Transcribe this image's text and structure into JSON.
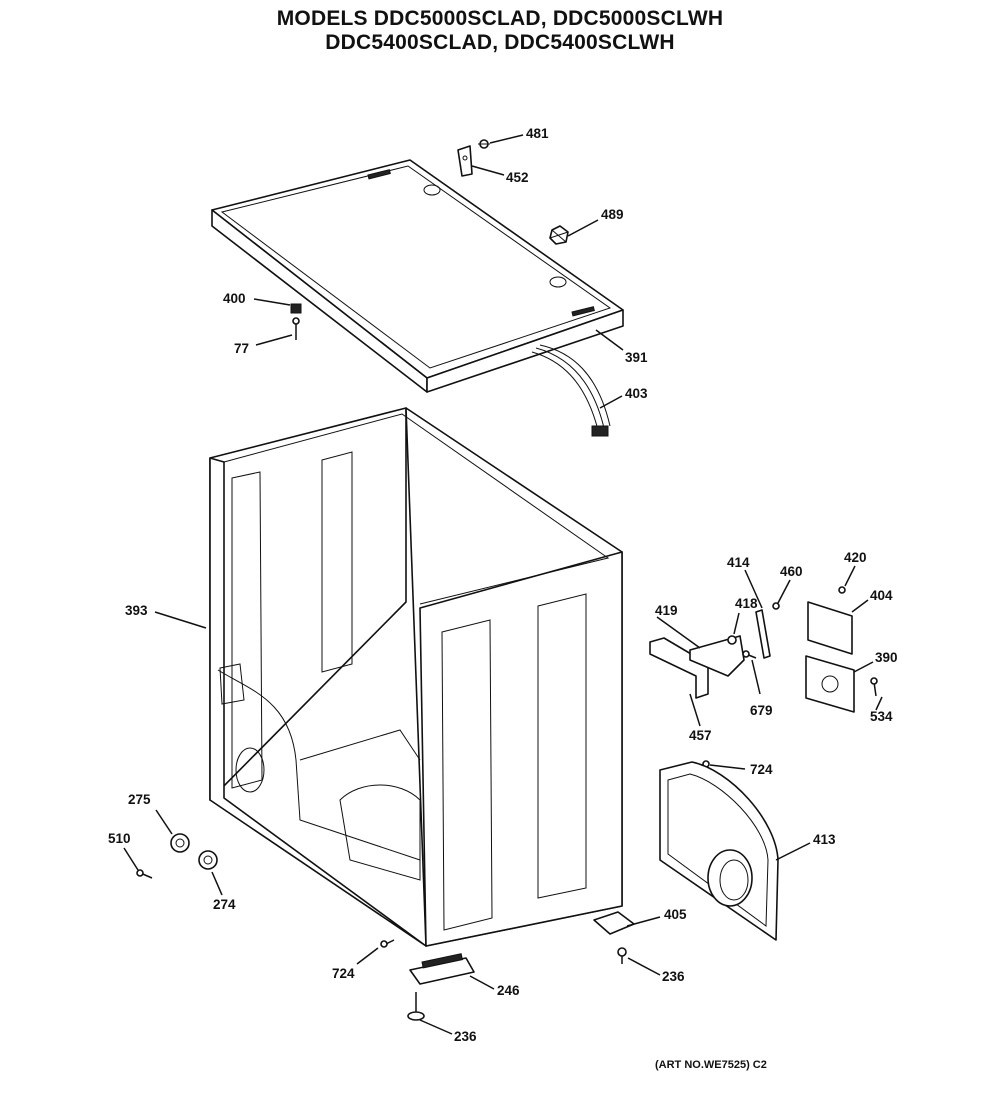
{
  "title": {
    "line1": "MODELS DDC5000SCLAD, DDC5000SCLWH",
    "line2": "DDC5400SCLAD, DDC5400SCLWH"
  },
  "art_no": "(ART NO.WE7525) C2",
  "callouts": [
    "481",
    "452",
    "489",
    "400",
    "77",
    "391",
    "403",
    "393",
    "414",
    "460",
    "420",
    "404",
    "418",
    "419",
    "390",
    "679",
    "534",
    "457",
    "724",
    "275",
    "413",
    "510",
    "274",
    "405",
    "724",
    "246",
    "236",
    "236"
  ]
}
